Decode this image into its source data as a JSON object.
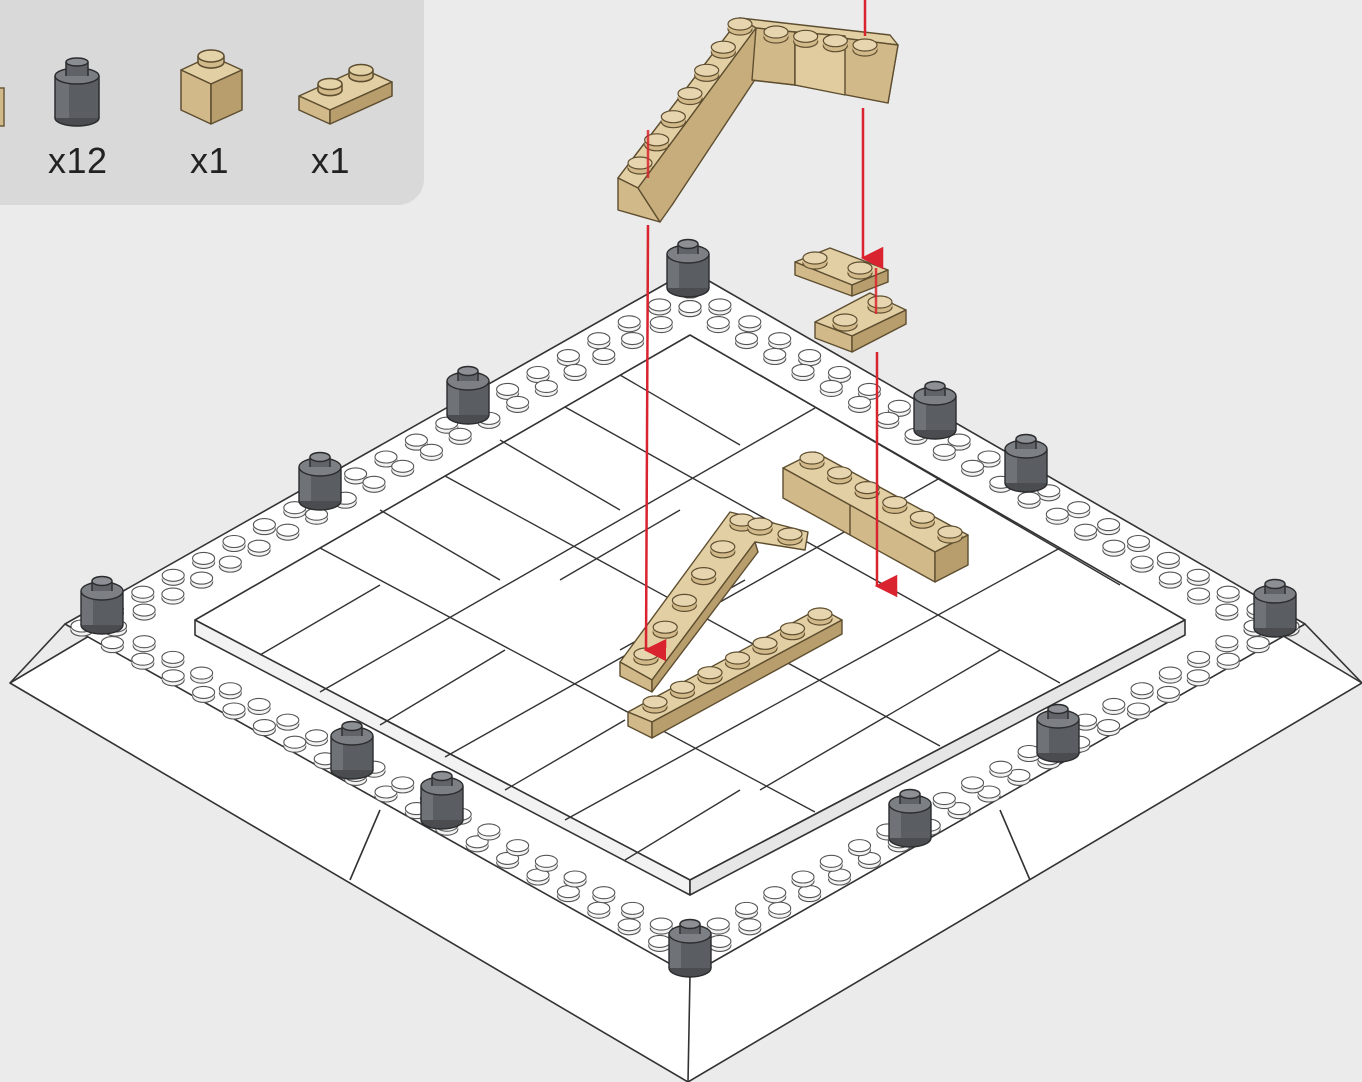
{
  "parts_list": {
    "items": [
      {
        "icon": "round-brick-1x1-dark-gray-icon",
        "color": "#5a5d61",
        "quantity": "x12"
      },
      {
        "icon": "brick-1x1-tan-icon",
        "color": "#d2b98a",
        "quantity": "x1"
      },
      {
        "icon": "plate-1x2-tan-icon",
        "color": "#d2b98a",
        "quantity": "x1"
      }
    ]
  },
  "colors": {
    "background": "#ebebeb",
    "panel": "#d9d9d9",
    "baseplate": "#ffffff",
    "tan": "#d2b98a",
    "dark_gray": "#5a5d61",
    "arrow": "#d9232e"
  }
}
